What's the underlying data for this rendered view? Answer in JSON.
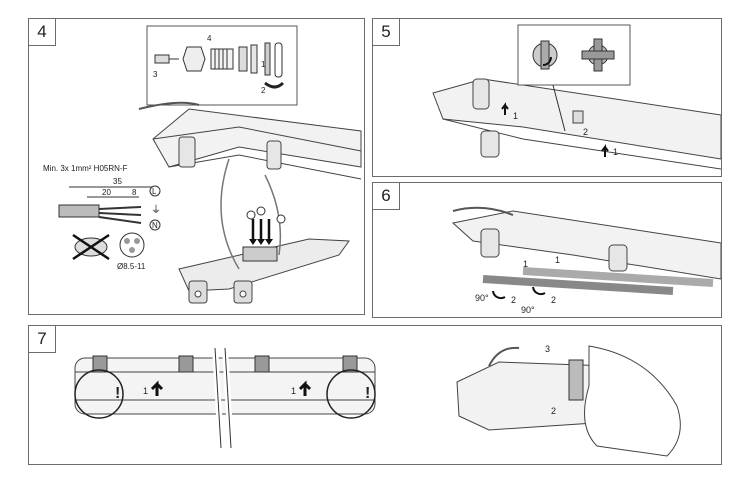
{
  "panels": {
    "p4": {
      "number": "4",
      "cable_spec": "Min. 3x 1mm² H05RN-F",
      "dim_35": "35",
      "dim_20": "20",
      "dim_8": "8",
      "terminal_L": "L",
      "terminal_N": "N",
      "diameter": "Ø8.5-11",
      "inset_steps": [
        "1",
        "2",
        "3",
        "4"
      ],
      "icons": [
        "gland-assembly-icon",
        "cable-strip-icon",
        "no-crush-icon",
        "cable-section-icon",
        "terminal-block-icon"
      ]
    },
    "p5": {
      "number": "5",
      "steps": [
        "1",
        "2",
        "1"
      ],
      "icons": [
        "quarter-turn-knob-icon",
        "cross-knob-icon"
      ]
    },
    "p6": {
      "number": "6",
      "steps": [
        "1",
        "1",
        "2",
        "2"
      ],
      "angles": [
        "90°",
        "90°"
      ],
      "icons": [
        "tube-insert-icon",
        "tube-rotate-icon"
      ]
    },
    "p7": {
      "number": "7",
      "steps_left": [
        "1",
        "1"
      ],
      "warn": [
        "!",
        "!"
      ],
      "steps_right": [
        "2",
        "3"
      ],
      "icons": [
        "clip-close-icon",
        "hand-clip-icon"
      ]
    }
  }
}
